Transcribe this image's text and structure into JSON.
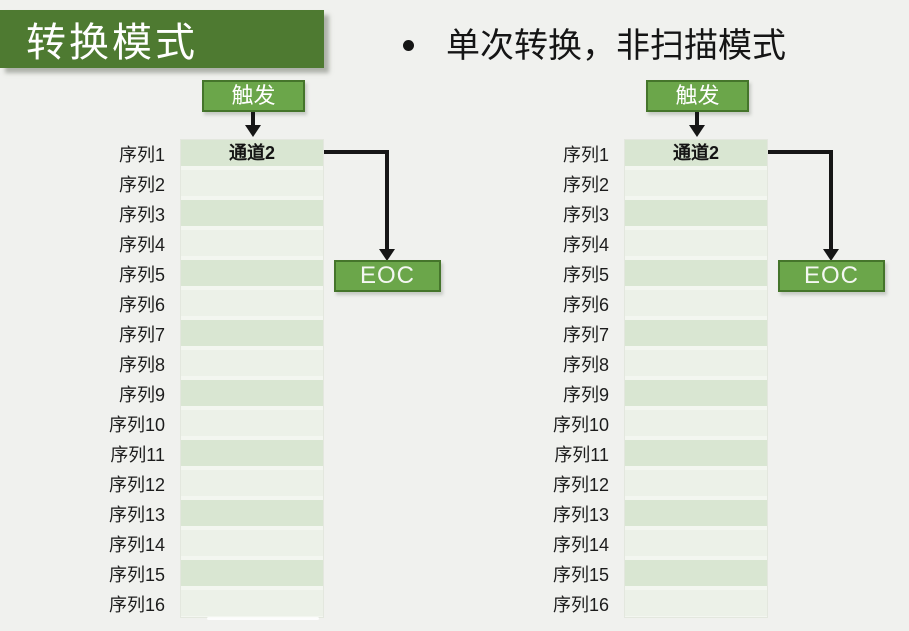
{
  "title": "转换模式",
  "bullet": {
    "marker": "•",
    "text": "单次转换，非扫描模式"
  },
  "colors": {
    "background": "#f0f1ee",
    "title_bg": "#4e7a31",
    "box_fill": "#6ba64a",
    "box_border": "#45752b",
    "row_odd": "#d9e6d2",
    "row_even": "#ecf1e8",
    "arrow": "#161616",
    "text": "#1a1a1a"
  },
  "diagrams": [
    {
      "trigger_label": "触发",
      "eoc_label": "EOC",
      "rows": [
        {
          "label": "序列1",
          "value": "通道2"
        },
        {
          "label": "序列2",
          "value": ""
        },
        {
          "label": "序列3",
          "value": ""
        },
        {
          "label": "序列4",
          "value": ""
        },
        {
          "label": "序列5",
          "value": ""
        },
        {
          "label": "序列6",
          "value": ""
        },
        {
          "label": "序列7",
          "value": ""
        },
        {
          "label": "序列8",
          "value": ""
        },
        {
          "label": "序列9",
          "value": ""
        },
        {
          "label": "序列10",
          "value": ""
        },
        {
          "label": "序列11",
          "value": ""
        },
        {
          "label": "序列12",
          "value": ""
        },
        {
          "label": "序列13",
          "value": ""
        },
        {
          "label": "序列14",
          "value": ""
        },
        {
          "label": "序列15",
          "value": ""
        },
        {
          "label": "序列16",
          "value": ""
        }
      ]
    },
    {
      "trigger_label": "触发",
      "eoc_label": "EOC",
      "rows": [
        {
          "label": "序列1",
          "value": "通道2"
        },
        {
          "label": "序列2",
          "value": ""
        },
        {
          "label": "序列3",
          "value": ""
        },
        {
          "label": "序列4",
          "value": ""
        },
        {
          "label": "序列5",
          "value": ""
        },
        {
          "label": "序列6",
          "value": ""
        },
        {
          "label": "序列7",
          "value": ""
        },
        {
          "label": "序列8",
          "value": ""
        },
        {
          "label": "序列9",
          "value": ""
        },
        {
          "label": "序列10",
          "value": ""
        },
        {
          "label": "序列11",
          "value": ""
        },
        {
          "label": "序列12",
          "value": ""
        },
        {
          "label": "序列13",
          "value": ""
        },
        {
          "label": "序列14",
          "value": ""
        },
        {
          "label": "序列15",
          "value": ""
        },
        {
          "label": "序列16",
          "value": ""
        }
      ]
    }
  ]
}
